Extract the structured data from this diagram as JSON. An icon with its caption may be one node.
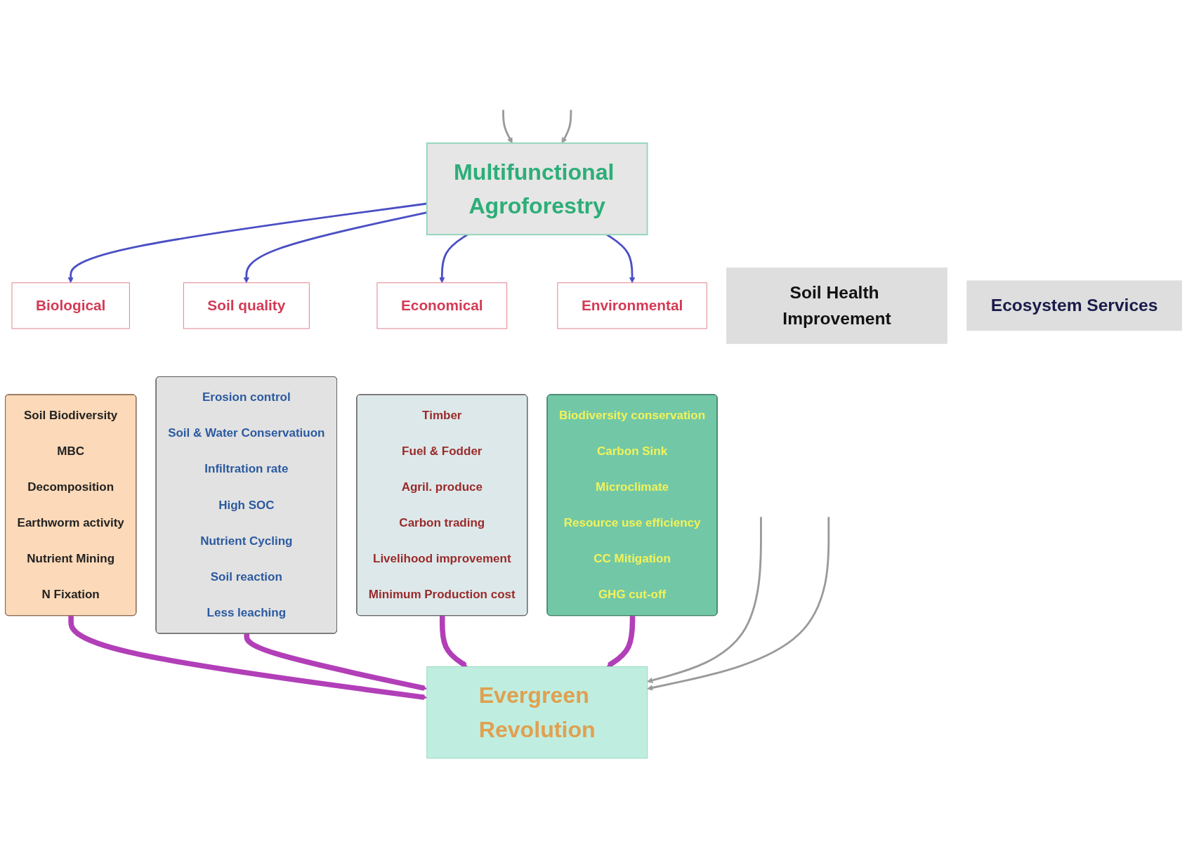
{
  "diagram": {
    "nodes": [
      {
        "text": [
          "Multifunctional Agroforestry"
        ]
      },
      {
        "text": [
          "Biological"
        ]
      },
      {
        "text": [
          "Soil quality"
        ]
      },
      {
        "text": [
          "Economical"
        ]
      },
      {
        "text": [
          "Environmental"
        ]
      },
      {
        "text": [
          "Soil Biodiversity",
          "MBC",
          "Decomposition",
          "Earthworm activity",
          "Nutrient Mining",
          "N Fixation"
        ]
      },
      {
        "text": [
          "Erosion control",
          "Soil & Water Conservatiuon",
          "Infiltration rate",
          "High SOC",
          "Nutrient Cycling",
          "Soil reaction",
          "Less leaching"
        ]
      },
      {
        "text": [
          "Timber",
          "Fuel & Fodder",
          "Agril. produce",
          "Carbon trading",
          "Livelihood improvement",
          "Minimum Production cost"
        ]
      },
      {
        "text": [
          "Biodiversity conservation",
          "Carbon Sink",
          "Microclimate",
          "Resource use efficiency",
          "CC Mitigation",
          "GHG cut-off"
        ]
      },
      {
        "text": [
          "Soil Health Improvement"
        ]
      },
      {
        "text": [
          "Ecosystem Services"
        ]
      },
      {
        "text": [
          "Evergreen Revolution"
        ]
      }
    ],
    "edges": [
      {
        "from": 0,
        "to": 1,
        "arrow": "to",
        "color": "#4a4fc4"
      },
      {
        "from": 0,
        "to": 2,
        "arrow": "to",
        "color": "#4a4fc4"
      },
      {
        "from": 0,
        "to": 3,
        "arrow": "to",
        "color": "#4a4fc4"
      },
      {
        "from": 0,
        "to": 4,
        "arrow": "to",
        "color": "#4a4fc4"
      },
      {
        "from": 5,
        "to": 11,
        "arrow": "to",
        "style": "thick",
        "color": "#b23fb8"
      },
      {
        "from": 6,
        "to": 11,
        "arrow": "to",
        "style": "thick",
        "color": "#b23fb8"
      },
      {
        "from": 7,
        "to": 11,
        "arrow": "to",
        "style": "thick",
        "color": "#b23fb8"
      },
      {
        "from": 8,
        "to": 11,
        "arrow": "to",
        "style": "thick",
        "color": "#b23fb8"
      },
      {
        "from": null,
        "to": 0,
        "arrow": "to"
      },
      {
        "from": null,
        "to": 0,
        "arrow": "to"
      },
      {
        "from": null,
        "to": 11,
        "arrow": "to"
      },
      {
        "from": null,
        "to": 11,
        "arrow": "to"
      }
    ]
  }
}
